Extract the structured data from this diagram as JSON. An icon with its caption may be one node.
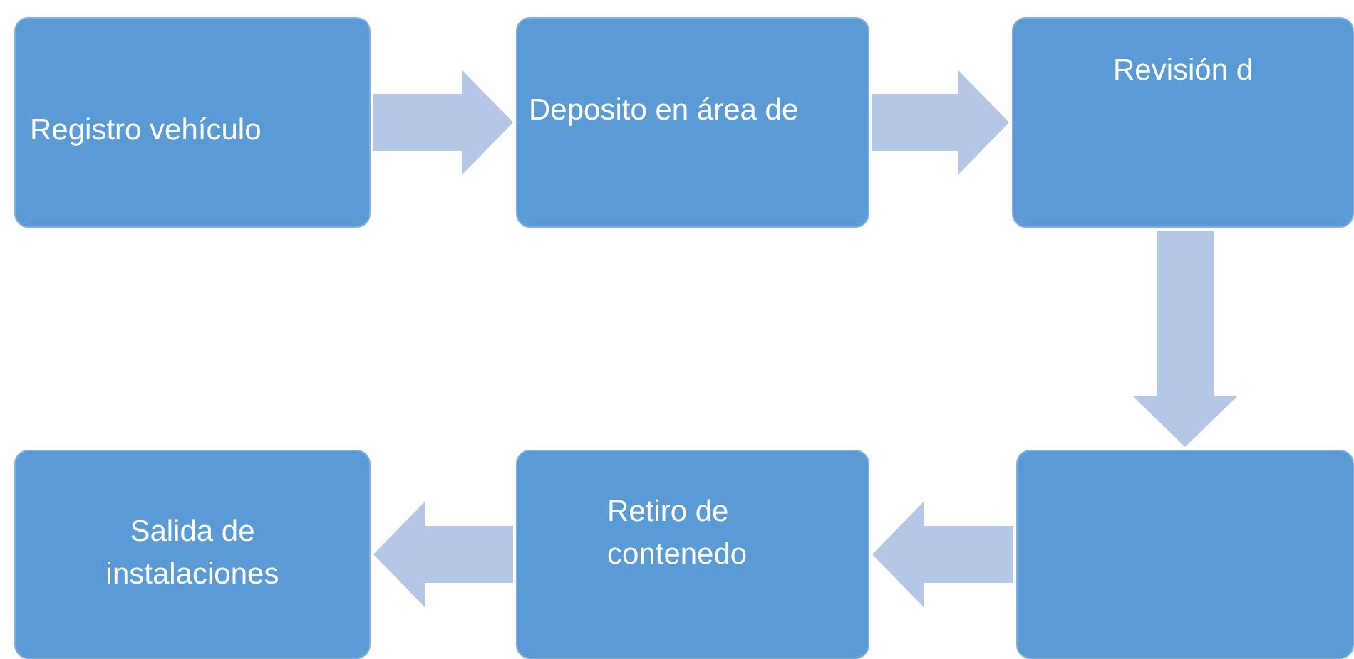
{
  "diagram": {
    "nodes": [
      {
        "text": [
          "Registro vehículo"
        ]
      },
      {
        "text": [
          "Deposito en área de"
        ]
      },
      {
        "text": [
          "Revisión d"
        ]
      },
      {
        "text": [],
        "shape": "box"
      },
      {
        "text": [
          "Retiro de contenedo"
        ]
      },
      {
        "text": [
          "Salida de instalaciones"
        ]
      }
    ],
    "edges": [
      {
        "from": 0,
        "to": 1,
        "arrow": "to"
      },
      {
        "from": 1,
        "to": 2,
        "arrow": "to"
      },
      {
        "from": 2,
        "to": 3,
        "arrow": "to"
      },
      {
        "from": 3,
        "to": 4,
        "arrow": "to"
      },
      {
        "from": 4,
        "to": 5,
        "arrow": "to"
      }
    ]
  }
}
